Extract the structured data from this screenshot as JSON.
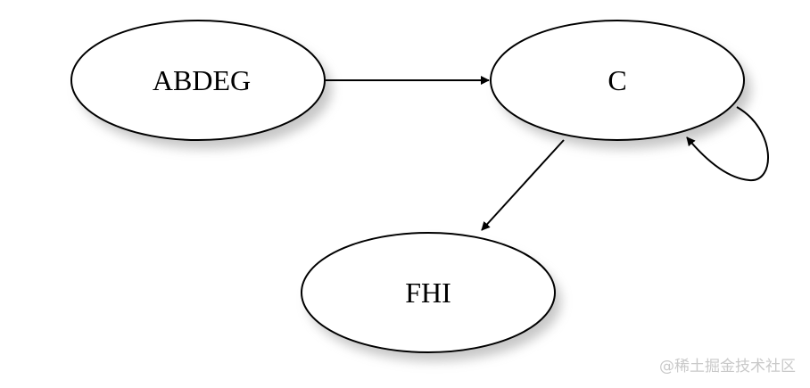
{
  "nodes": {
    "abdeg": {
      "label": "ABDEG"
    },
    "c": {
      "label": "C"
    },
    "fhi": {
      "label": "FHI"
    }
  },
  "edges": [
    {
      "from": "ABDEG",
      "to": "C"
    },
    {
      "from": "C",
      "to": "C"
    },
    {
      "from": "C",
      "to": "FHI"
    }
  ],
  "watermark": "@稀土掘金技术社区",
  "colors": {
    "node_fill": "#ffffff",
    "node_stroke": "#000000",
    "shadow": "#9a9a9a",
    "watermark": "#c9c9c9"
  }
}
